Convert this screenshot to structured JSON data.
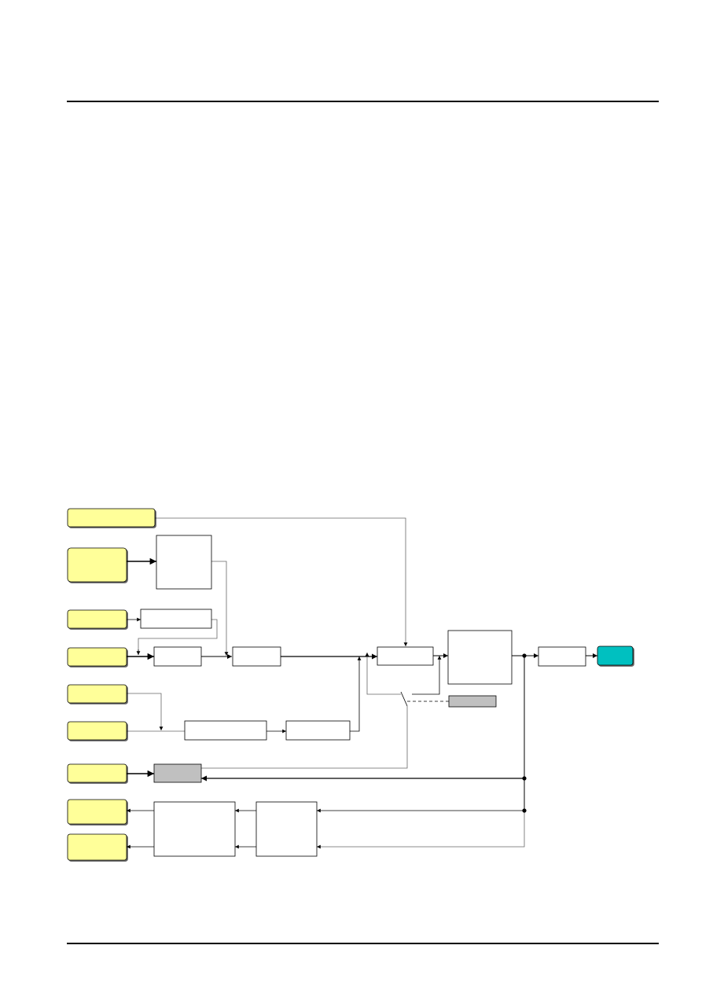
{
  "page": {
    "header_rule": true,
    "footer_rule": true
  },
  "diagram": {
    "colors": {
      "input_fill": "#ffff99",
      "output_fill": "#00c0c0",
      "shaded_fill": "#c0c0c0",
      "box_fill": "#ffffff",
      "line": "#000000",
      "line_light": "#808080"
    },
    "inputs": [
      {
        "id": "input-1"
      },
      {
        "id": "input-2"
      },
      {
        "id": "input-3"
      },
      {
        "id": "input-4"
      },
      {
        "id": "input-5"
      },
      {
        "id": "input-6"
      },
      {
        "id": "input-7"
      },
      {
        "id": "input-8"
      },
      {
        "id": "input-9"
      }
    ],
    "output": {
      "id": "output-terminal"
    }
  }
}
